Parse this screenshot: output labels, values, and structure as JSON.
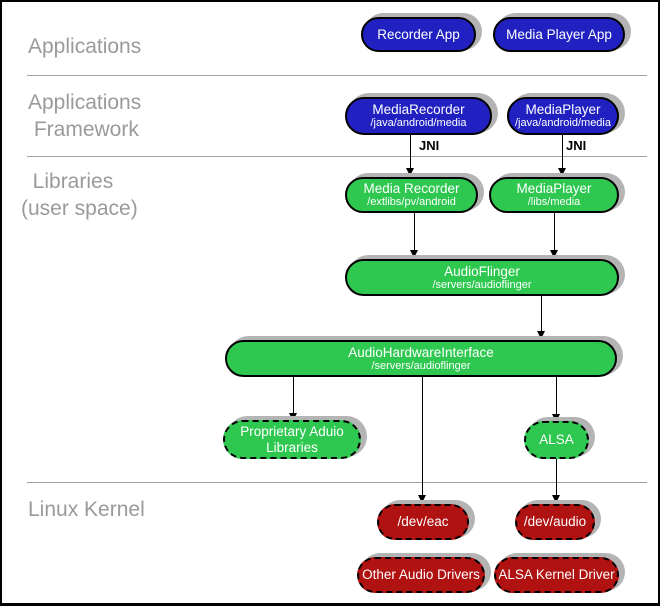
{
  "sections": {
    "applications": {
      "label": "Applications"
    },
    "framework": {
      "line1": "Applications",
      "line2": " Framework"
    },
    "libraries": {
      "line1": "  Libraries",
      "line2": "(user space)"
    },
    "kernel": {
      "label": "Linux Kernel"
    }
  },
  "annotations": {
    "jni_left": "JNI",
    "jni_right": "JNI"
  },
  "nodes": {
    "recorder_app": {
      "title": "Recorder App"
    },
    "media_player_app": {
      "title": "Media Player App"
    },
    "media_recorder_fw": {
      "title": "MediaRecorder",
      "subtitle": "/java/android/media"
    },
    "media_player_fw": {
      "title": "MediaPlayer",
      "subtitle": "/java/android/media"
    },
    "media_recorder_lib": {
      "title": "Media Recorder",
      "subtitle": "/extlibs/pv/android"
    },
    "media_player_lib": {
      "title": "MediaPlayer",
      "subtitle": "/libs/media"
    },
    "audioflinger": {
      "title": "AudioFlinger",
      "subtitle": "/servers/audioflinger"
    },
    "audio_hw_interface": {
      "title": "AudioHardwareInterface",
      "subtitle": "/servers/audioflinger"
    },
    "proprietary_audio_libs": {
      "title": "Proprietary Aduio",
      "title2": "Libraries"
    },
    "alsa": {
      "title": "ALSA"
    },
    "dev_eac": {
      "title": "/dev/eac"
    },
    "dev_audio": {
      "title": "/dev/audio"
    },
    "other_audio_drivers": {
      "title": "Other Audio Drivers"
    },
    "alsa_kernel_driver": {
      "title": "ALSA Kernel Driver"
    }
  },
  "colors": {
    "app-blue": "#2121c2",
    "lib-green": "#2ec851",
    "kernel-red": "#b01111",
    "shadow-gray": "#b4b4b4",
    "label-gray": "#9a9a9a",
    "divider-gray": "#a0a0a0",
    "arrow-black": "#000000"
  }
}
